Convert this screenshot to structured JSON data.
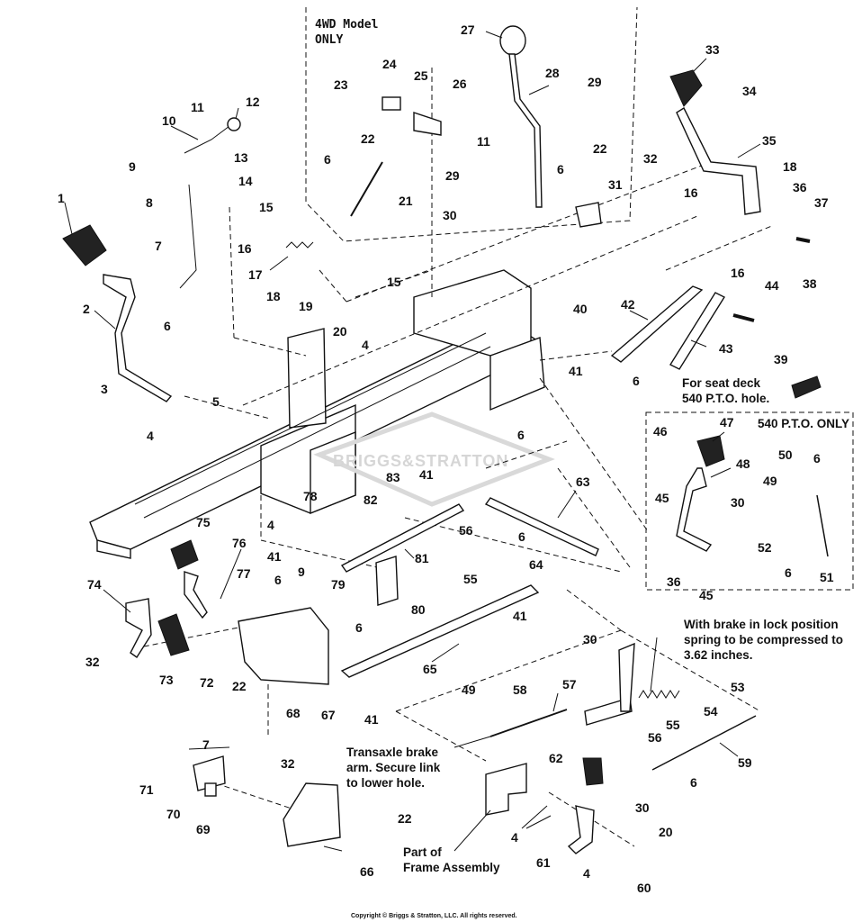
{
  "boxes": {
    "fwd_title": [
      "4WD Model",
      "ONLY"
    ],
    "pto_title": "540 P.T.O. ONLY"
  },
  "notes": {
    "seat_deck": [
      "For seat deck",
      "540 P.T.O. hole."
    ],
    "brake_spring": [
      "With brake in lock position",
      "spring to be compressed to",
      "3.62 inches."
    ],
    "transaxle": [
      "Transaxle brake",
      "arm. Secure link",
      "to lower hole."
    ],
    "frame": [
      "Part of",
      "Frame Assembly"
    ]
  },
  "watermark": "BRIGGS&STRATTON",
  "copyright": "Copyright © Briggs & Stratton, LLC. All rights reserved.",
  "callouts": [
    "1",
    "2",
    "3",
    "4",
    "5",
    "6",
    "7",
    "8",
    "9",
    "10",
    "11",
    "12",
    "13",
    "14",
    "15",
    "16",
    "17",
    "18",
    "19",
    "20",
    "21",
    "22",
    "23",
    "24",
    "25",
    "26",
    "27",
    "28",
    "29",
    "30",
    "31",
    "32",
    "33",
    "34",
    "35",
    "36",
    "37",
    "38",
    "39",
    "40",
    "41",
    "42",
    "43",
    "44",
    "45",
    "46",
    "47",
    "48",
    "49",
    "50",
    "51",
    "52",
    "53",
    "54",
    "55",
    "56",
    "57",
    "58",
    "59",
    "60",
    "61",
    "62",
    "63",
    "64",
    "65",
    "66",
    "67",
    "68",
    "69",
    "70",
    "71",
    "72",
    "73",
    "74",
    "75",
    "76",
    "77",
    "78",
    "79",
    "80",
    "81",
    "82",
    "83"
  ]
}
